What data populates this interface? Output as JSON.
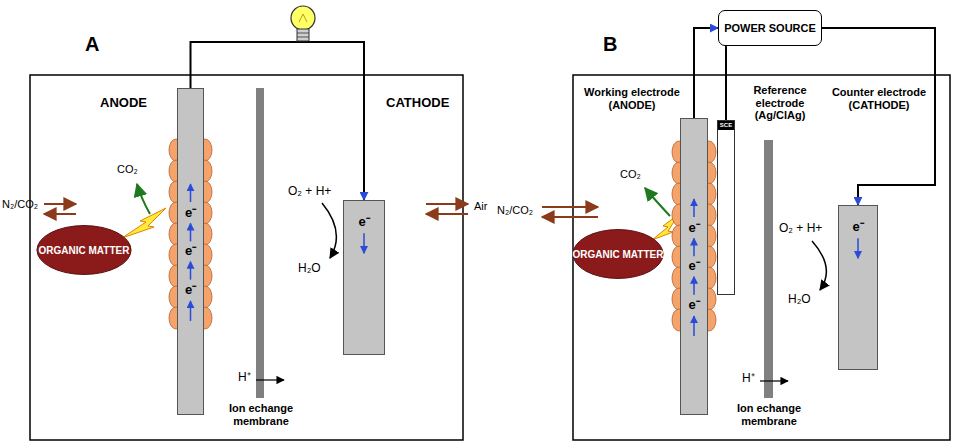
{
  "diagram": {
    "nodes": [
      {
        "text": [
          "e⁻",
          "e⁻",
          "e⁻"
        ]
      },
      {
        "text": [
          "ORGANIC MATTER"
        ]
      },
      {
        "text": [
          "e⁻"
        ]
      },
      {
        "text": [
          "POWER SOURCE"
        ]
      },
      {
        "text": [
          "e⁻",
          "e⁻",
          "e⁻"
        ]
      },
      {
        "text": [
          "SCE"
        ]
      },
      {
        "text": [
          "ORGANIC MATTER"
        ]
      },
      {
        "text": [
          "e⁻"
        ]
      }
    ],
    "edges": [
      {
        "from": 0,
        "to": 2,
        "arrow": "to"
      },
      {
        "from": 4,
        "to": 3,
        "arrow": "to"
      },
      {
        "from": 3,
        "to": 7,
        "arrow": "to"
      },
      {
        "from": 3,
        "to": 5,
        "arrow": "none"
      }
    ],
    "labels": [
      "A",
      "ANODE",
      "CATHODE",
      "N₂/CO₂",
      "Air",
      "CO₂",
      "O₂ + H+",
      "H₂O",
      "H⁺",
      "Ion echange membrane",
      "B",
      "Working electrode (ANODE)",
      "Reference electrode (Ag/ClAg)",
      "Counter electrode (CATHODE)",
      "N₂/CO₂",
      "CO₂",
      "O₂ + H+",
      "H₂O",
      "H⁺",
      "Ion echange membrane"
    ]
  }
}
